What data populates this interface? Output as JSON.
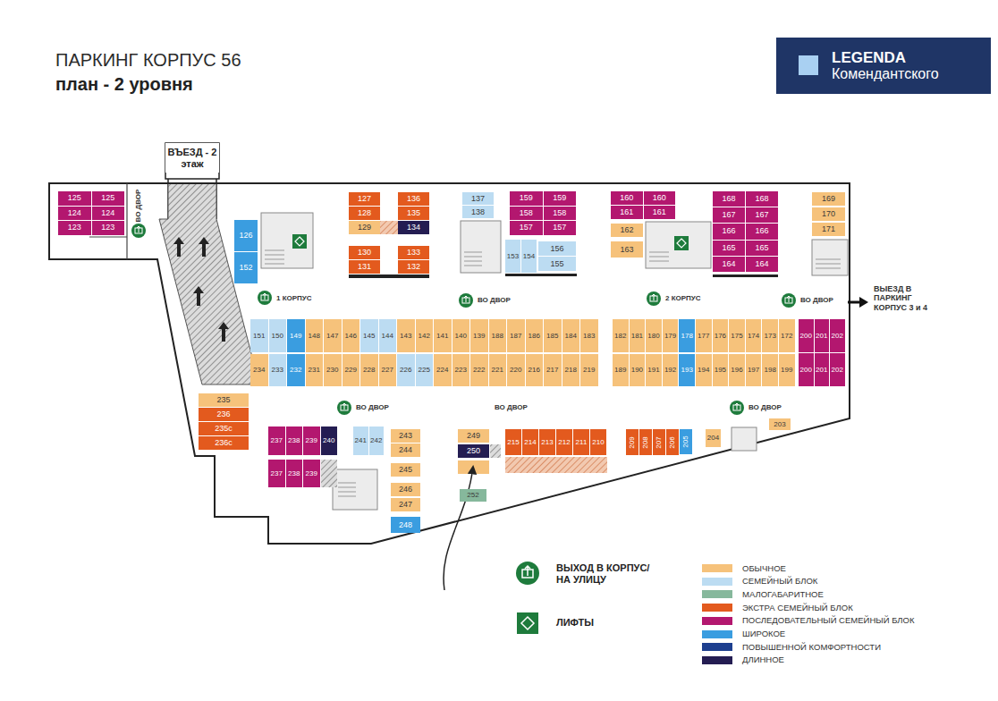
{
  "diagram": {
    "title": "ПАРКИНГ КОРПУС 56",
    "nodes": [
      {
        "text": [
          "LEGENDA",
          "Комендантского"
        ]
      },
      {
        "text": [
          "ВЪЕЗД - 2 этаж"
        ]
      },
      {
        "text": [
          "125"
        ]
      },
      {
        "text": [
          "125"
        ]
      },
      {
        "text": [
          "124"
        ]
      },
      {
        "text": [
          "124"
        ]
      },
      {
        "text": [
          "123"
        ]
      },
      {
        "text": [
          "123"
        ]
      },
      {
        "text": [
          "126"
        ]
      },
      {
        "text": [
          "152"
        ]
      },
      {
        "text": [
          "127"
        ]
      },
      {
        "text": [
          "136"
        ]
      },
      {
        "text": [
          "128"
        ]
      },
      {
        "text": [
          "135"
        ]
      },
      {
        "text": [
          "129"
        ]
      },
      {
        "text": [
          "134"
        ]
      },
      {
        "text": [
          "130"
        ]
      },
      {
        "text": [
          "133"
        ]
      },
      {
        "text": [
          "131"
        ]
      },
      {
        "text": [
          "132"
        ]
      },
      {
        "text": [
          "137"
        ]
      },
      {
        "text": [
          "138"
        ]
      },
      {
        "text": [
          "159"
        ]
      },
      {
        "text": [
          "159"
        ]
      },
      {
        "text": [
          "158"
        ]
      },
      {
        "text": [
          "158"
        ]
      },
      {
        "text": [
          "157"
        ]
      },
      {
        "text": [
          "157"
        ]
      },
      {
        "text": [
          "153"
        ]
      },
      {
        "text": [
          "154"
        ]
      },
      {
        "text": [
          "156"
        ]
      },
      {
        "text": [
          "155"
        ]
      },
      {
        "text": [
          "160"
        ]
      },
      {
        "text": [
          "160"
        ]
      },
      {
        "text": [
          "161"
        ]
      },
      {
        "text": [
          "161"
        ]
      },
      {
        "text": [
          "162"
        ]
      },
      {
        "text": [
          "163"
        ]
      },
      {
        "text": [
          "168"
        ]
      },
      {
        "text": [
          "168"
        ]
      },
      {
        "text": [
          "167"
        ]
      },
      {
        "text": [
          "167"
        ]
      },
      {
        "text": [
          "166"
        ]
      },
      {
        "text": [
          "166"
        ]
      },
      {
        "text": [
          "165"
        ]
      },
      {
        "text": [
          "165"
        ]
      },
      {
        "text": [
          "164"
        ]
      },
      {
        "text": [
          "164"
        ]
      },
      {
        "text": [
          "169"
        ]
      },
      {
        "text": [
          "170"
        ]
      },
      {
        "text": [
          "171"
        ]
      },
      {
        "text": [
          "151"
        ]
      },
      {
        "text": [
          "150"
        ]
      },
      {
        "text": [
          "149"
        ]
      },
      {
        "text": [
          "148"
        ]
      },
      {
        "text": [
          "147"
        ]
      },
      {
        "text": [
          "146"
        ]
      },
      {
        "text": [
          "145"
        ]
      },
      {
        "text": [
          "144"
        ]
      },
      {
        "text": [
          "143"
        ]
      },
      {
        "text": [
          "142"
        ]
      },
      {
        "text": [
          "141"
        ]
      },
      {
        "text": [
          "140"
        ]
      },
      {
        "text": [
          "139"
        ]
      },
      {
        "text": [
          "188"
        ]
      },
      {
        "text": [
          "187"
        ]
      },
      {
        "text": [
          "186"
        ]
      },
      {
        "text": [
          "185"
        ]
      },
      {
        "text": [
          "184"
        ]
      },
      {
        "text": [
          "183"
        ]
      },
      {
        "text": [
          "234"
        ]
      },
      {
        "text": [
          "233"
        ]
      },
      {
        "text": [
          "232"
        ]
      },
      {
        "text": [
          "231"
        ]
      },
      {
        "text": [
          "230"
        ]
      },
      {
        "text": [
          "229"
        ]
      },
      {
        "text": [
          "228"
        ]
      },
      {
        "text": [
          "227"
        ]
      },
      {
        "text": [
          "226"
        ]
      },
      {
        "text": [
          "225"
        ]
      },
      {
        "text": [
          "224"
        ]
      },
      {
        "text": [
          "223"
        ]
      },
      {
        "text": [
          "222"
        ]
      },
      {
        "text": [
          "221"
        ]
      },
      {
        "text": [
          "220"
        ]
      },
      {
        "text": [
          "216"
        ]
      },
      {
        "text": [
          "217"
        ]
      },
      {
        "text": [
          "218"
        ]
      },
      {
        "text": [
          "219"
        ]
      },
      {
        "text": [
          "182"
        ]
      },
      {
        "text": [
          "181"
        ]
      },
      {
        "text": [
          "180"
        ]
      },
      {
        "text": [
          "179"
        ]
      },
      {
        "text": [
          "178"
        ]
      },
      {
        "text": [
          "177"
        ]
      },
      {
        "text": [
          "176"
        ]
      },
      {
        "text": [
          "175"
        ]
      },
      {
        "text": [
          "174"
        ]
      },
      {
        "text": [
          "173"
        ]
      },
      {
        "text": [
          "172"
        ]
      },
      {
        "text": [
          "189"
        ]
      },
      {
        "text": [
          "190"
        ]
      },
      {
        "text": [
          "191"
        ]
      },
      {
        "text": [
          "192"
        ]
      },
      {
        "text": [
          "193"
        ]
      },
      {
        "text": [
          "194"
        ]
      },
      {
        "text": [
          "195"
        ]
      },
      {
        "text": [
          "196"
        ]
      },
      {
        "text": [
          "197"
        ]
      },
      {
        "text": [
          "198"
        ]
      },
      {
        "text": [
          "199"
        ]
      },
      {
        "text": [
          "200"
        ]
      },
      {
        "text": [
          "201"
        ]
      },
      {
        "text": [
          "202"
        ]
      },
      {
        "text": [
          "200"
        ]
      },
      {
        "text": [
          "201"
        ]
      },
      {
        "text": [
          "202"
        ]
      },
      {
        "text": [
          "235"
        ]
      },
      {
        "text": [
          "236"
        ]
      },
      {
        "text": [
          "235с"
        ]
      },
      {
        "text": [
          "236с"
        ]
      },
      {
        "text": [
          "237"
        ]
      },
      {
        "text": [
          "238"
        ]
      },
      {
        "text": [
          "239"
        ]
      },
      {
        "text": [
          "240"
        ]
      },
      {
        "text": [
          "237"
        ]
      },
      {
        "text": [
          "238"
        ]
      },
      {
        "text": [
          "239"
        ]
      },
      {
        "text": [
          "241"
        ]
      },
      {
        "text": [
          "242"
        ]
      },
      {
        "text": [
          "243"
        ]
      },
      {
        "text": [
          "244"
        ]
      },
      {
        "text": [
          "245"
        ]
      },
      {
        "text": [
          "246"
        ]
      },
      {
        "text": [
          "247"
        ]
      },
      {
        "text": [
          "248"
        ]
      },
      {
        "text": [
          "249"
        ]
      },
      {
        "text": [
          "250"
        ]
      },
      {
        "text": [
          "252"
        ]
      },
      {
        "text": [
          "215"
        ]
      },
      {
        "text": [
          "214"
        ]
      },
      {
        "text": [
          "213"
        ]
      },
      {
        "text": [
          "212"
        ]
      },
      {
        "text": [
          "211"
        ]
      },
      {
        "text": [
          "210"
        ]
      },
      {
        "text": [
          "209"
        ]
      },
      {
        "text": [
          "208"
        ]
      },
      {
        "text": [
          "207"
        ]
      },
      {
        "text": [
          "206"
        ]
      },
      {
        "text": [
          "205"
        ]
      },
      {
        "text": [
          "204"
        ]
      },
      {
        "text": [
          "203"
        ]
      }
    ],
    "labels": [
      "план - 2 уровня",
      "ВО ДВОР",
      "1 КОРПУС",
      "ВО ДВОР",
      "2 КОРПУС",
      "ВО ДВОР",
      "ВЫЕЗД В ПАРКИНГ КОРПУС 3 и 4",
      "ВО ДВОР",
      "ВО ДВОР",
      "ВО ДВОР"
    ],
    "legend": [
      {
        "text": "ВЫХОД В КОРПУС/НА УЛИЦУ"
      },
      {
        "text": "ЛИФТЫ"
      },
      {
        "text": "ОБЫЧНОЕ",
        "color": "#f6c27b"
      },
      {
        "text": "СЕМЕЙНЫЙ БЛОК",
        "color": "#bcdcf2"
      },
      {
        "text": "МАЛОГАБАРИТНОЕ",
        "color": "#86b89c"
      },
      {
        "text": "ЭКСТРА СЕМЕЙНЫЙ БЛОК",
        "color": "#e35a1e"
      },
      {
        "text": "ПОСЛЕДОВАТЕЛЬНЫЙ СЕМЕЙНЫЙ БЛОК",
        "color": "#b3176f"
      },
      {
        "text": "ШИРОКОЕ",
        "color": "#3a9de0"
      },
      {
        "text": "ПОВЫШЕННОЙ КОМФОРТНОСТИ",
        "color": "#1d3f8f"
      },
      {
        "text": "ДЛИННОЕ",
        "color": "#241d52"
      }
    ]
  }
}
